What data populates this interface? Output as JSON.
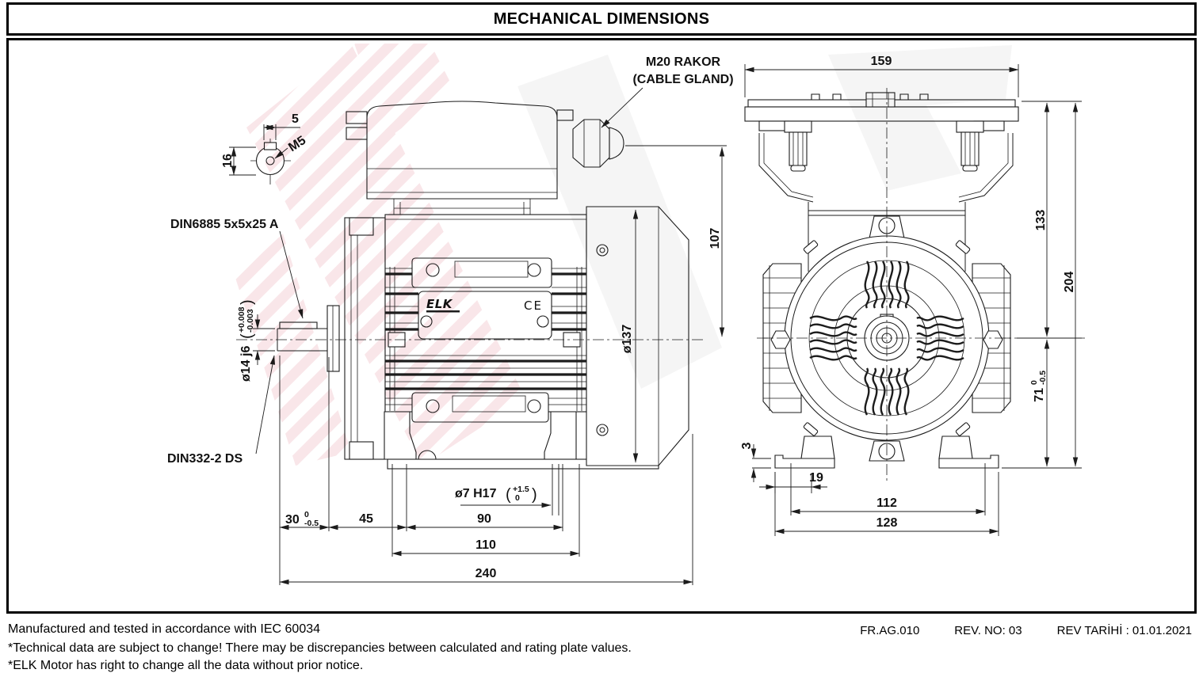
{
  "title": "MECHANICAL DIMENSIONS",
  "side_view": {
    "labels": {
      "key_standard": "DIN6885 5x5x25 A",
      "center_hole_standard": "DIN332-2 DS",
      "cable_gland_line1": "M20 RAKOR",
      "cable_gland_line2": "(CABLE GLAND)",
      "keyway_width": "5",
      "tap_size": "M5",
      "detail_height": "16",
      "shaft_label": "ø14 j6",
      "shaft_tol_upper": "+0.008",
      "shaft_tol_lower": "-0.003",
      "foot_hole_label": "ø7 H17",
      "foot_hole_tol_upper": "+1.5",
      "foot_hole_tol_lower": "0",
      "paren_open": "(",
      "paren_close": ")"
    },
    "dims": {
      "shaft_length": "30",
      "shaft_len_tol_upper": "0",
      "shaft_len_tol_lower": "-0.5",
      "shoulder_to_foot": "45",
      "foot_hole_span": "90",
      "foot_length": "110",
      "overall_length": "240",
      "box_height": "107",
      "fan_cover_dia": "ø137"
    }
  },
  "front_view": {
    "dims": {
      "top_width": "159",
      "center_to_top": "133",
      "total_height": "204",
      "shaft_height": "71",
      "shaft_height_tol_upper": "0",
      "shaft_height_tol_lower": "-0.5",
      "foot_pad": "3",
      "foot_edge_to_hole": "19",
      "foot_hole_span": "112",
      "base_width": "128"
    }
  },
  "nameplate": {
    "brand": "ELK",
    "ce_mark": "CE"
  },
  "colors": {
    "line": "#1c1c1c",
    "watermark_pink": "#f3ced4",
    "watermark_gray": "#ececec"
  },
  "footer": {
    "line1": "Manufactured and tested in accordance with  IEC 60034",
    "doc_no": "FR.AG.010",
    "rev_no": "REV. NO: 03",
    "rev_date": "REV TARİHİ : 01.01.2021",
    "line2": "*Technical data are subject to change! There may be discrepancies between calculated and rating plate values.",
    "line3": "*ELK Motor has right to change all the data without prior notice."
  }
}
